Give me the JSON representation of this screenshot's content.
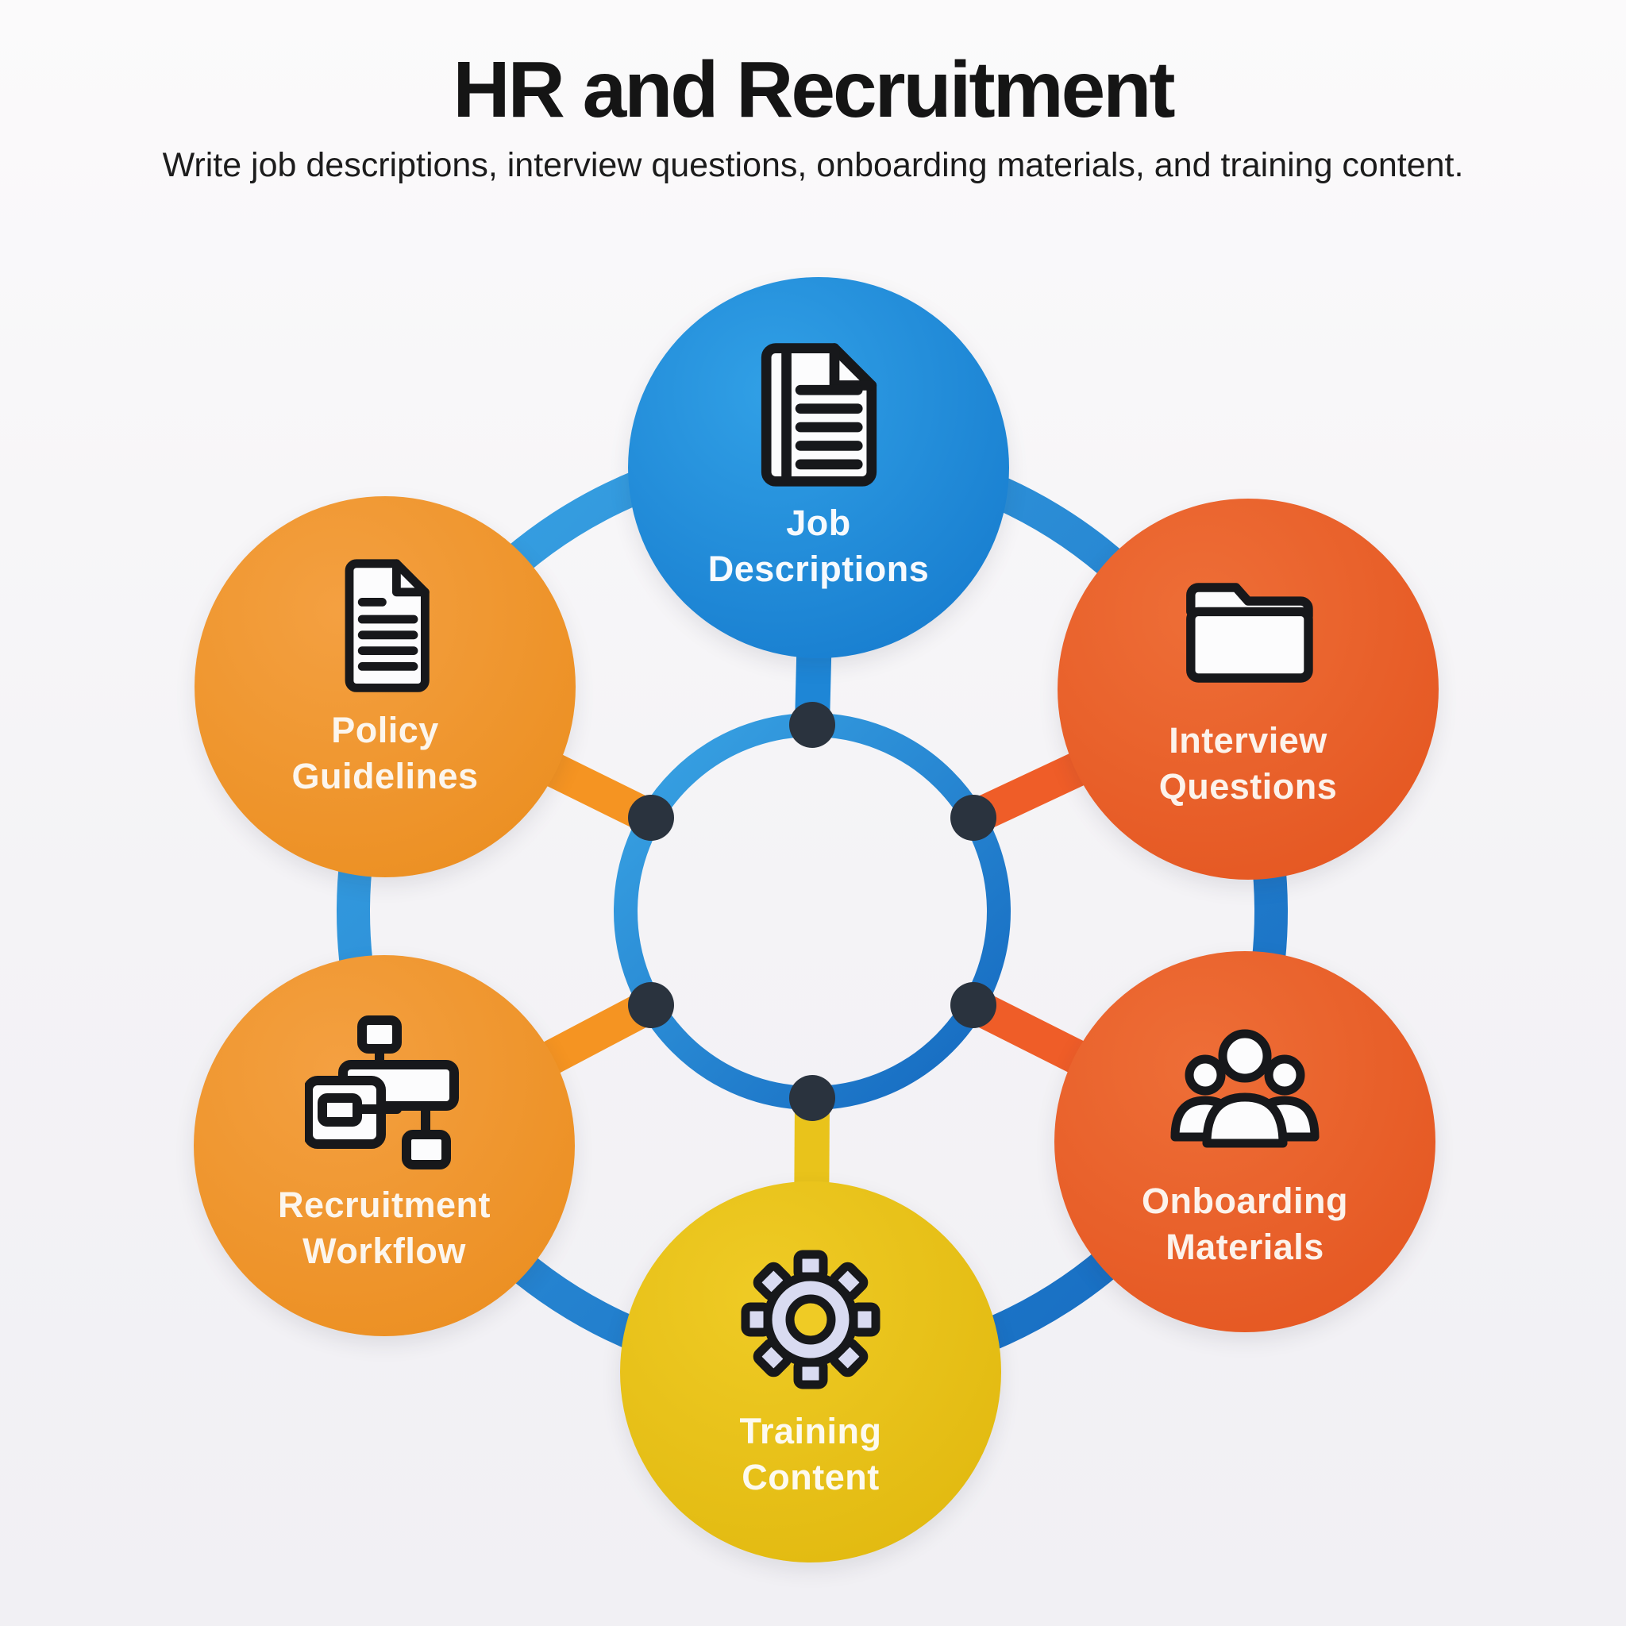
{
  "header": {
    "title": "HR and Recruitment",
    "subtitle": "Write job descriptions, interview questions, onboarding materials, and training content."
  },
  "diagram": {
    "hub": {
      "ring_color_start": "#3AA5E5",
      "ring_color_end": "#1468BF",
      "dot_color": "#2A333E"
    },
    "icons": {
      "ink": "#17181B",
      "paper": "#FCFCFD",
      "gear_fill": "#D9DBF1"
    },
    "nodes": [
      {
        "id": "job-descriptions",
        "label_line1": "Job",
        "label_line2": "Descriptions",
        "icon": "document-lines-icon",
        "color_light": "#31A0E6",
        "color_dark": "#1377CB",
        "spoke_color": "#1E86D6",
        "text_color": "#F7FAFD"
      },
      {
        "id": "interview-questions",
        "label_line1": "Interview",
        "label_line2": "Questions",
        "icon": "folder-icon",
        "color_light": "#EE6E37",
        "color_dark": "#E3531E",
        "spoke_color": "#EF5D28",
        "text_color": "#FCF3EC"
      },
      {
        "id": "onboarding-materials",
        "label_line1": "Onboarding",
        "label_line2": "Materials",
        "icon": "people-icon",
        "color_light": "#EE6E37",
        "color_dark": "#E3531E",
        "spoke_color": "#EF5D28",
        "text_color": "#FCF3EC"
      },
      {
        "id": "training-content",
        "label_line1": "Training",
        "label_line2": "Content",
        "icon": "gear-icon",
        "color_light": "#EFCB25",
        "color_dark": "#DFB60C",
        "spoke_color": "#E9C31B",
        "text_color": "#FDFAF0"
      },
      {
        "id": "recruitment-workflow",
        "label_line1": "Recruitment",
        "label_line2": "Workflow",
        "icon": "flowchart-icon",
        "color_light": "#F4A041",
        "color_dark": "#EA8C1C",
        "spoke_color": "#F59422",
        "text_color": "#FCF6EE"
      },
      {
        "id": "policy-guidelines",
        "label_line1": "Policy",
        "label_line2": "Guidelines",
        "icon": "document-text-icon",
        "color_light": "#F4A041",
        "color_dark": "#EA8C1C",
        "spoke_color": "#F59422",
        "text_color": "#FCF6EE"
      }
    ]
  }
}
